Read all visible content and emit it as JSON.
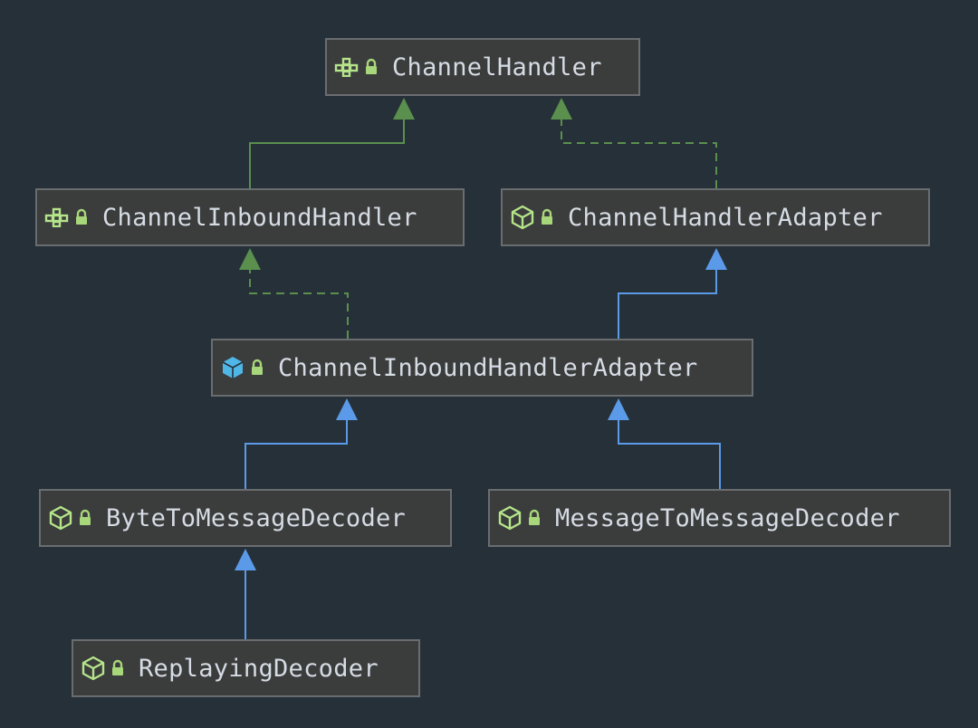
{
  "diagram": {
    "nodes": [
      {
        "id": "channel-handler",
        "label": "ChannelHandler",
        "kind": "interface"
      },
      {
        "id": "channel-inbound-handler",
        "label": "ChannelInboundHandler",
        "kind": "interface"
      },
      {
        "id": "channel-handler-adapter",
        "label": "ChannelHandlerAdapter",
        "kind": "abstract-class"
      },
      {
        "id": "channel-inbound-handler-adapter",
        "label": "ChannelInboundHandlerAdapter",
        "kind": "class"
      },
      {
        "id": "byte-to-message-decoder",
        "label": "ByteToMessageDecoder",
        "kind": "abstract-class"
      },
      {
        "id": "message-to-message-decoder",
        "label": "MessageToMessageDecoder",
        "kind": "abstract-class"
      },
      {
        "id": "replaying-decoder",
        "label": "ReplayingDecoder",
        "kind": "abstract-class"
      }
    ],
    "edges": [
      {
        "from": "channel-inbound-handler",
        "to": "channel-handler",
        "type": "extends-interface"
      },
      {
        "from": "channel-handler-adapter",
        "to": "channel-handler",
        "type": "implements"
      },
      {
        "from": "channel-inbound-handler-adapter",
        "to": "channel-inbound-handler",
        "type": "implements"
      },
      {
        "from": "channel-inbound-handler-adapter",
        "to": "channel-handler-adapter",
        "type": "extends"
      },
      {
        "from": "byte-to-message-decoder",
        "to": "channel-inbound-handler-adapter",
        "type": "extends"
      },
      {
        "from": "message-to-message-decoder",
        "to": "channel-inbound-handler-adapter",
        "type": "extends"
      },
      {
        "from": "replaying-decoder",
        "to": "byte-to-message-decoder",
        "type": "extends"
      }
    ],
    "colors": {
      "background": "#263038",
      "node_fill": "#3b3c3c",
      "node_border": "#6a6d70",
      "text": "#d6dce4",
      "interface_edge": "#5a8f4e",
      "extends_edge": "#5b9ae8",
      "icon_green": "#b5e48a",
      "icon_blue": "#4fb6e8",
      "lock": "#a8d67a"
    }
  }
}
